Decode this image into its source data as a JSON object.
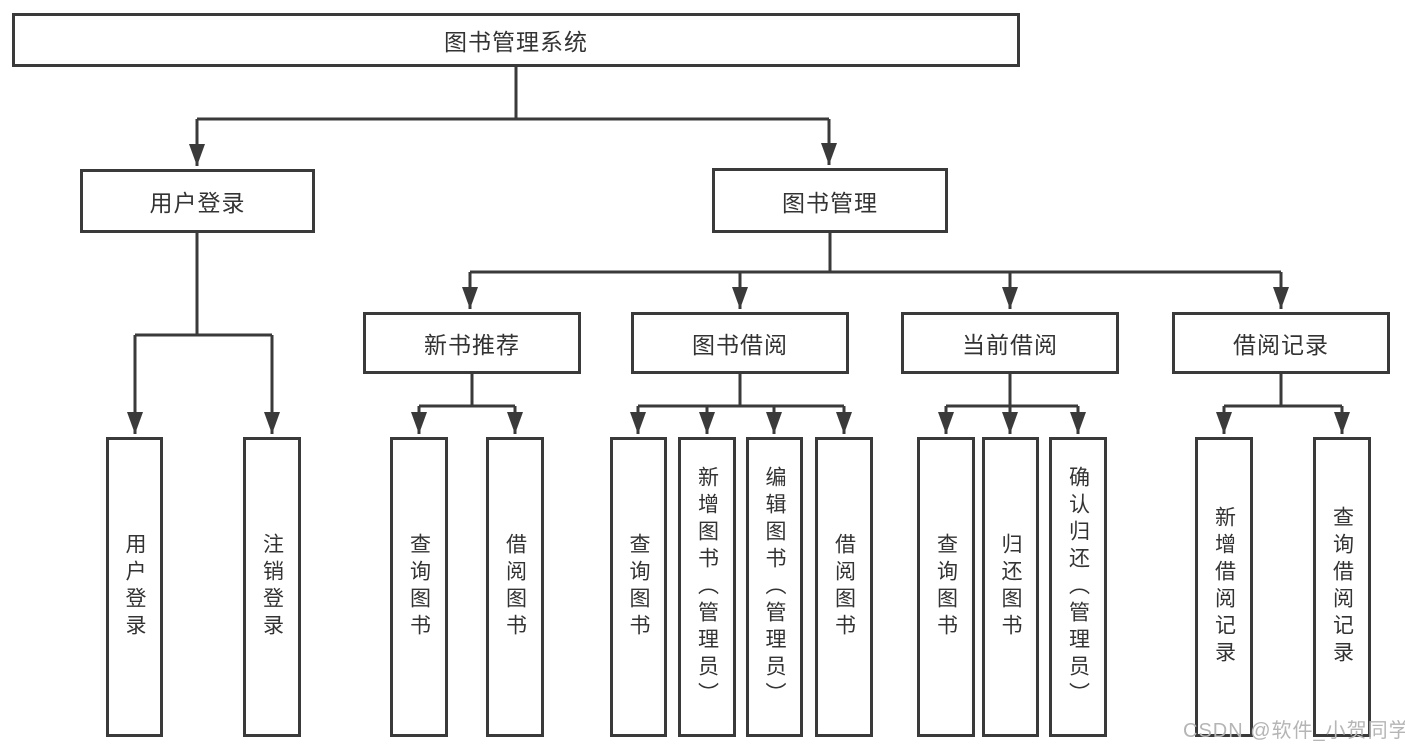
{
  "diagram": {
    "root": {
      "label": "图书管理系统"
    },
    "branches": [
      {
        "label": "用户登录",
        "children": [
          {
            "label": "用户登录"
          },
          {
            "label": "注销登录"
          }
        ]
      },
      {
        "label": "图书管理",
        "children": [
          {
            "label": "新书推荐",
            "children": [
              {
                "label": "查询图书"
              },
              {
                "label": "借阅图书"
              }
            ]
          },
          {
            "label": "图书借阅",
            "children": [
              {
                "label": "查询图书"
              },
              {
                "label": "新增图书（管理员）"
              },
              {
                "label": "编辑图书（管理员）"
              },
              {
                "label": "借阅图书"
              }
            ]
          },
          {
            "label": "当前借阅",
            "children": [
              {
                "label": "查询图书"
              },
              {
                "label": "归还图书"
              },
              {
                "label": "确认归还（管理员）"
              }
            ]
          },
          {
            "label": "借阅记录",
            "children": [
              {
                "label": "新增借阅记录"
              },
              {
                "label": "查询借阅记录"
              }
            ]
          }
        ]
      }
    ]
  },
  "watermark": {
    "text": "CSDN @软件_小贺同学"
  },
  "colors": {
    "line": "#3a3a3a",
    "text": "#333333",
    "background": "#ffffff",
    "wmcolor": "#b5b5b5"
  }
}
